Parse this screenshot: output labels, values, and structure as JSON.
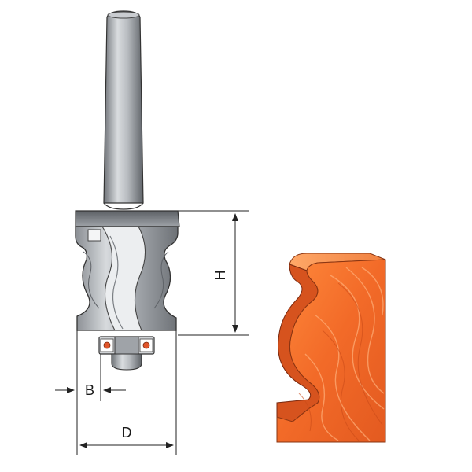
{
  "diagram": {
    "dimensions": {
      "height_label": "H",
      "bearing_offset_label": "B",
      "diameter_label": "D"
    },
    "colors": {
      "steel_dark": "#6f7378",
      "steel_mid": "#a9adb2",
      "steel_light": "#e2e4e6",
      "wood_base": "#f06a2a",
      "wood_light": "#ff9a4a",
      "wood_dark": "#c9481c",
      "bearing_accent": "#e0552a",
      "line": "#222222"
    },
    "icons": {
      "router_bit": "router-bit-icon",
      "bearing": "bearing-icon",
      "wood_profile": "wood-profile-icon"
    }
  }
}
